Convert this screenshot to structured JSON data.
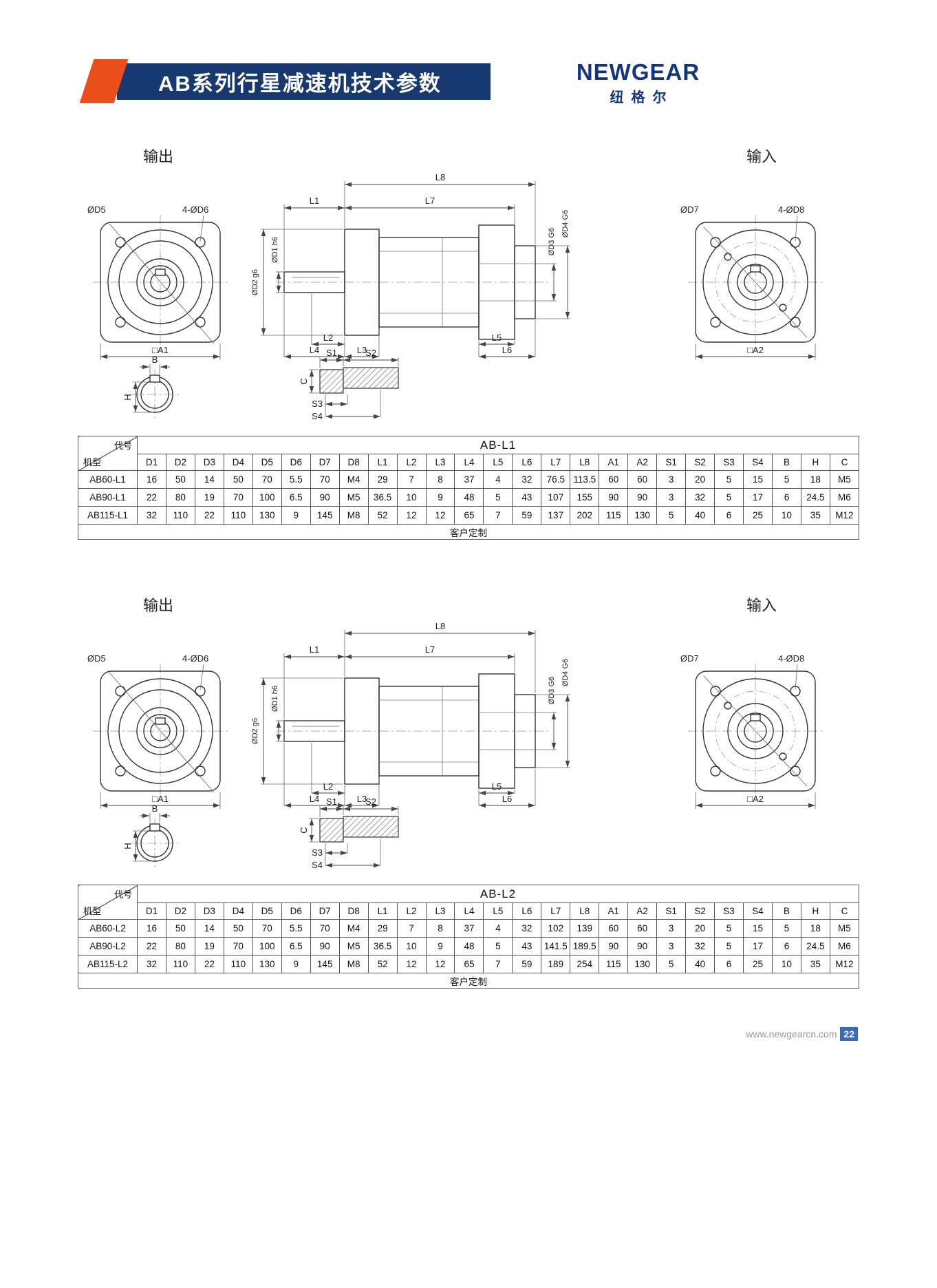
{
  "header": {
    "title": "AB系列行星减速机技术参数",
    "logo": "NEWGEAR",
    "logo_cn": "纽格尔"
  },
  "drawing_labels": {
    "output": "输出",
    "input": "输入",
    "d5": "ØD5",
    "d6": "4-ØD6",
    "a1": "□A1",
    "d7": "ØD7",
    "d8": "4-ØD8",
    "a2": "□A2",
    "d1": "ØD1 h6",
    "d2": "ØD2 g6",
    "d3": "ØD3 G6",
    "d4": "ØD4 G6",
    "l1": "L1",
    "l2": "L2",
    "l3": "L3",
    "l4": "L4",
    "l5": "L5",
    "l6": "L6",
    "l7": "L7",
    "l8": "L8",
    "b": "B",
    "h": "H",
    "c": "C",
    "s1": "S1",
    "s2": "S2",
    "s3": "S3",
    "s4": "S4"
  },
  "tables": [
    {
      "title": "AB-L1",
      "corner_top": "代号",
      "corner_bottom": "机型",
      "columns": [
        "D1",
        "D2",
        "D3",
        "D4",
        "D5",
        "D6",
        "D7",
        "D8",
        "L1",
        "L2",
        "L3",
        "L4",
        "L5",
        "L6",
        "L7",
        "L8",
        "A1",
        "A2",
        "S1",
        "S2",
        "S3",
        "S4",
        "B",
        "H",
        "C"
      ],
      "rows": [
        {
          "model": "AB60-L1",
          "values": [
            "16",
            "50",
            "14",
            "50",
            "70",
            "5.5",
            "70",
            "M4",
            "29",
            "7",
            "8",
            "37",
            "4",
            "32",
            "76.5",
            "113.5",
            "60",
            "60",
            "3",
            "20",
            "5",
            "15",
            "5",
            "18",
            "M5"
          ]
        },
        {
          "model": "AB90-L1",
          "values": [
            "22",
            "80",
            "19",
            "70",
            "100",
            "6.5",
            "90",
            "M5",
            "36.5",
            "10",
            "9",
            "48",
            "5",
            "43",
            "107",
            "155",
            "90",
            "90",
            "3",
            "32",
            "5",
            "17",
            "6",
            "24.5",
            "M6"
          ]
        },
        {
          "model": "AB115-L1",
          "values": [
            "32",
            "110",
            "22",
            "110",
            "130",
            "9",
            "145",
            "M8",
            "52",
            "12",
            "12",
            "65",
            "7",
            "59",
            "137",
            "202",
            "115",
            "130",
            "5",
            "40",
            "6",
            "25",
            "10",
            "35",
            "M12"
          ]
        }
      ],
      "footer": "客户定制"
    },
    {
      "title": "AB-L2",
      "corner_top": "代号",
      "corner_bottom": "机型",
      "columns": [
        "D1",
        "D2",
        "D3",
        "D4",
        "D5",
        "D6",
        "D7",
        "D8",
        "L1",
        "L2",
        "L3",
        "L4",
        "L5",
        "L6",
        "L7",
        "L8",
        "A1",
        "A2",
        "S1",
        "S2",
        "S3",
        "S4",
        "B",
        "H",
        "C"
      ],
      "rows": [
        {
          "model": "AB60-L2",
          "values": [
            "16",
            "50",
            "14",
            "50",
            "70",
            "5.5",
            "70",
            "M4",
            "29",
            "7",
            "8",
            "37",
            "4",
            "32",
            "102",
            "139",
            "60",
            "60",
            "3",
            "20",
            "5",
            "15",
            "5",
            "18",
            "M5"
          ]
        },
        {
          "model": "AB90-L2",
          "values": [
            "22",
            "80",
            "19",
            "70",
            "100",
            "6.5",
            "90",
            "M5",
            "36.5",
            "10",
            "9",
            "48",
            "5",
            "43",
            "141.5",
            "189.5",
            "90",
            "90",
            "3",
            "32",
            "5",
            "17",
            "6",
            "24.5",
            "M6"
          ]
        },
        {
          "model": "AB115-L2",
          "values": [
            "32",
            "110",
            "22",
            "110",
            "130",
            "9",
            "145",
            "M8",
            "52",
            "12",
            "12",
            "65",
            "7",
            "59",
            "189",
            "254",
            "115",
            "130",
            "5",
            "40",
            "6",
            "25",
            "10",
            "35",
            "M12"
          ]
        }
      ],
      "footer": "客户定制"
    }
  ],
  "footer": {
    "url": "www.newgearcn.com",
    "page": "22"
  }
}
